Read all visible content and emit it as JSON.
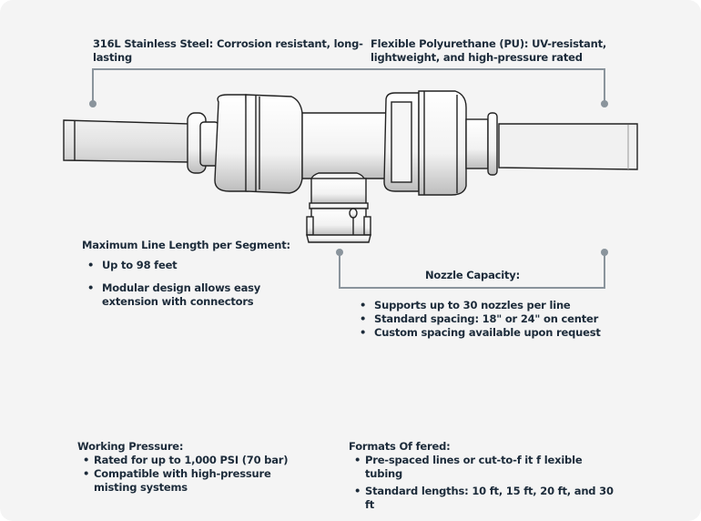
{
  "callouts": {
    "steel": {
      "text": "316L Stainless Steel: Corrosion resistant, long-lasting"
    },
    "polyurethane": {
      "text": "Flexible Polyurethane (PU): UV-resistant, lightweight, and high-pressure rated"
    },
    "line_length": {
      "heading": "Maximum Line Length per Segment:",
      "items": [
        "Up to 98 feet",
        "Modular design allows easy extension with connectors"
      ]
    },
    "nozzle_capacity": {
      "heading": "Nozzle Capacity:",
      "items": [
        "Supports up to 30 nozzles per line",
        "Standard spacing: 18\" or 24\" on center",
        "Custom spacing available upon request"
      ]
    },
    "working_pressure": {
      "heading": "Working Pressure:",
      "items": [
        "Rated for up to 1,000 PSI (70 bar)",
        "Compatible with high-pressure misting systems"
      ]
    },
    "formats": {
      "heading": "Formats Of fered:",
      "items": [
        "Pre-spaced lines or cut-to-f it f lexible tubing",
        "Standard lengths: 10 ft, 15 ft, 20 ft, and 30 ft"
      ]
    }
  },
  "colors": {
    "background": "#f4f4f4",
    "text": "#1c2b3a",
    "leader_line": "#8a949c"
  }
}
